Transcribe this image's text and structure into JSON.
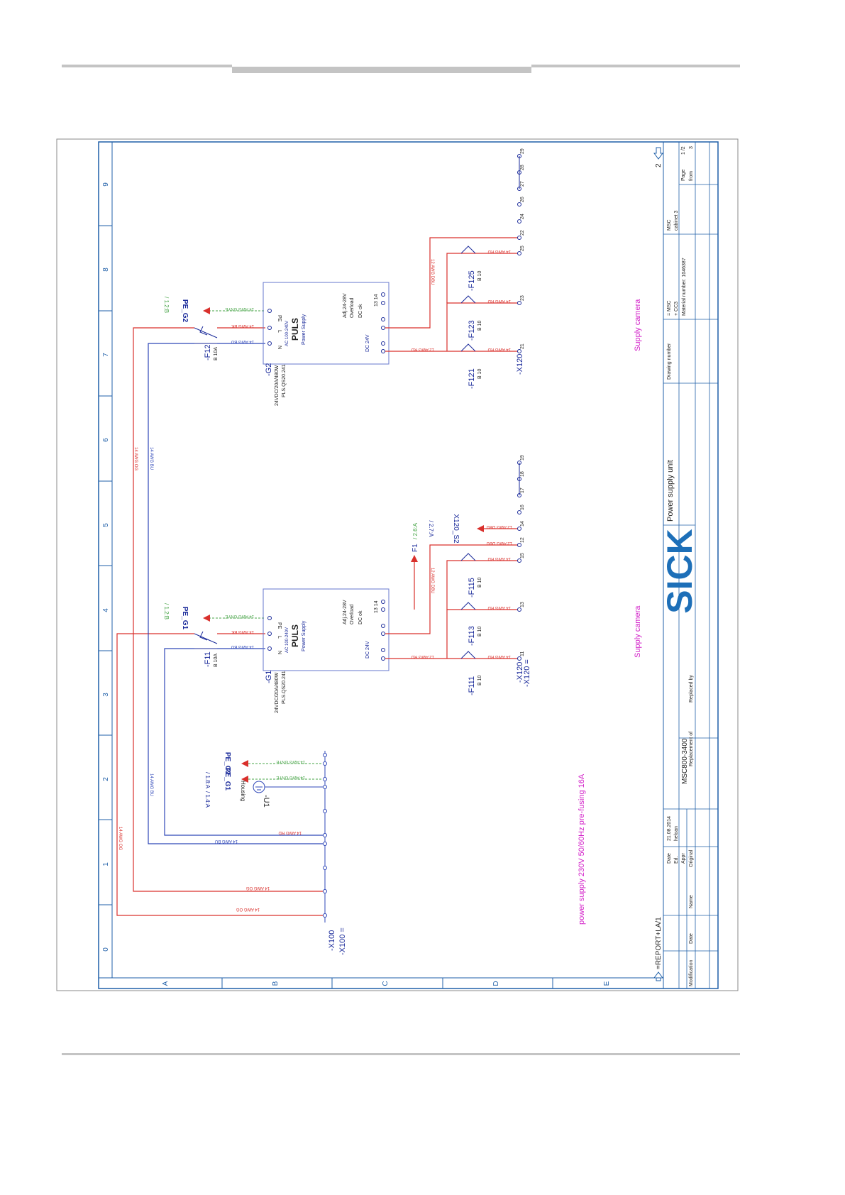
{
  "colors": {
    "frame": "#1f5fa8",
    "phase": "#d9302c",
    "neutral": "#2f47b8",
    "pe": "#47a447",
    "magenta": "#d21fc8",
    "label_blue": "#1a2a9a",
    "logo": "#1d6fb8",
    "grey": "#c4c4c4"
  },
  "grid": {
    "columns": [
      "0",
      "1",
      "2",
      "3",
      "4",
      "5",
      "6",
      "7",
      "8",
      "9"
    ],
    "rows": [
      "A",
      "B",
      "C",
      "D",
      "E"
    ]
  },
  "title_block": {
    "logo_text": "SICK",
    "title": "Power supply unit",
    "drawing_id": "MSC800-3400",
    "date_label": "Date",
    "date_value": "21.08.2014",
    "ed_label": "Ed.",
    "ed_value": "heloan",
    "appr_label": "Appr",
    "original_label": "Original",
    "replacement_label": "Replacement of",
    "replaced_label": "Replaced by",
    "drawing_number_label": "Drawing number",
    "msc_eq": "= MSC",
    "cc3": "+ CC3",
    "material": "Material number: 1046387",
    "msc": "MSC",
    "cabinet": "cabinet 3",
    "page_label": "Page",
    "page_value": "1 /2",
    "from_label": "from",
    "from_value": "3",
    "modification_label": "Modification",
    "mod_date_label": "Date",
    "mod_name_label": "Name"
  },
  "navigation": {
    "prev_ref": "=REPORT+LA/1",
    "next_ref": "2"
  },
  "notes": {
    "power_supply": "power supply 230V 50/60Hz pre-fusing 16A",
    "supply_camera_1": "Supply camera",
    "supply_camera_2": "Supply camera"
  },
  "terminals": {
    "x100": "-X100",
    "x100_eq": "-X100 =",
    "x120": "-X120",
    "x120_eq": "-X120 =",
    "u1": "-U1",
    "housing": "Housing",
    "pe_g1": "PE_G1",
    "pe_g1_ref": "/ 1.4:A",
    "pe_g2": "PE_G2",
    "pe_g2_ref": "/ 1.8:A",
    "pe_g1b_ref": "/ 1.2:B",
    "pe_g2b_ref": "/ 1.2:B",
    "x120_s2": "X120_S2",
    "x120_s2_ref": "/ 2.7:A",
    "f1": "F1",
    "f1_ref": "/ 2.6:A",
    "t11": "11",
    "t12": "12",
    "t13": "13",
    "t14": "14",
    "t15": "15",
    "t16": "16",
    "t17": "17",
    "t18": "18",
    "t19": "19",
    "t21": "21",
    "t22": "22",
    "t23": "23",
    "t24": "24",
    "t25": "25",
    "t26": "26",
    "t27": "27",
    "t28": "28",
    "t29": "29"
  },
  "devices": {
    "g1": "-G1",
    "g2": "-G2",
    "g_spec1": "24VDC/20A/480W",
    "g_spec2": "PLS.QS20.241",
    "puls": "PULS",
    "psu": "Power Supply",
    "ac": "AC 100-240V",
    "dc": "DC 24V",
    "adj": "Adj.24-28V",
    "overload": "Overload",
    "dcok": "DC ok",
    "pin_pe": "PE",
    "pin_l": "L",
    "pin_n": "N",
    "pin_1314": "13 14",
    "f11": "-F11",
    "f12": "-F12",
    "b10a": "B 10A",
    "f111": "-F111",
    "f113": "-F113",
    "f115": "-F115",
    "f121": "-F121",
    "f123": "-F123",
    "f125": "-F125",
    "b10": "B 10"
  },
  "wires": {
    "awg14_og": "14 AWG OG",
    "awg14_bu": "14 AWG BU",
    "awg14_bk": "14 AWG BK",
    "awg14_gnye": "14 AWG GNYE",
    "awg12_rd": "12 AWG RD",
    "awg12_dbu": "12 AWG DBU",
    "awg14_rd": "14 AWG RD"
  }
}
